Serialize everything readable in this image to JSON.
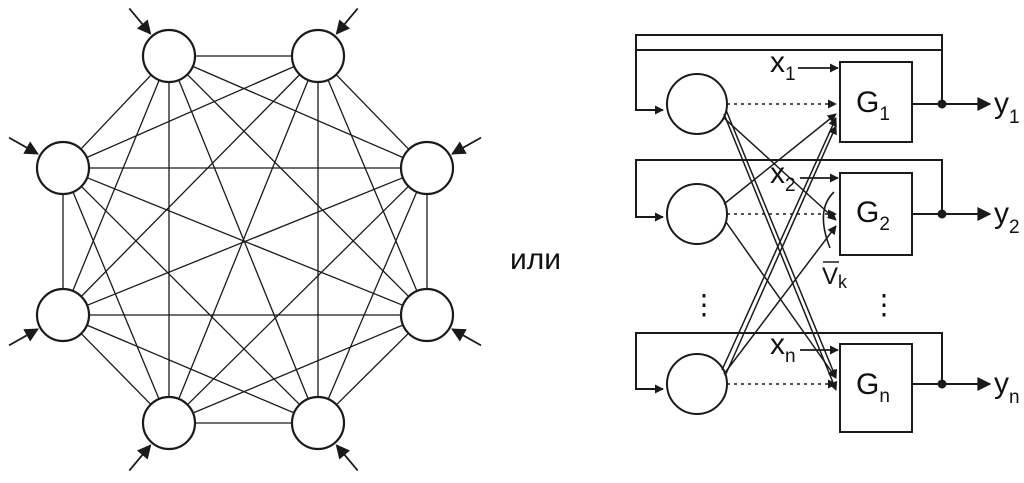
{
  "colors": {
    "stroke": "#1a1a1a",
    "background": "#ffffff"
  },
  "left_network": {
    "node_count": 8,
    "input_arrow_count": 8
  },
  "connector_label": "или",
  "right_network": {
    "rows": [
      {
        "block_label": "G",
        "block_sub": "1",
        "input_label": "x",
        "input_sub": "1",
        "output_label": "y",
        "output_sub": "1"
      },
      {
        "block_label": "G",
        "block_sub": "2",
        "input_label": "x",
        "input_sub": "2",
        "output_label": "y",
        "output_sub": "2"
      },
      {
        "block_label": "G",
        "block_sub": "n",
        "input_label": "x",
        "input_sub": "n",
        "output_label": "y",
        "output_sub": "n"
      }
    ],
    "weight_label": "V",
    "weight_sub": "k",
    "ellipsis": "⋮"
  }
}
